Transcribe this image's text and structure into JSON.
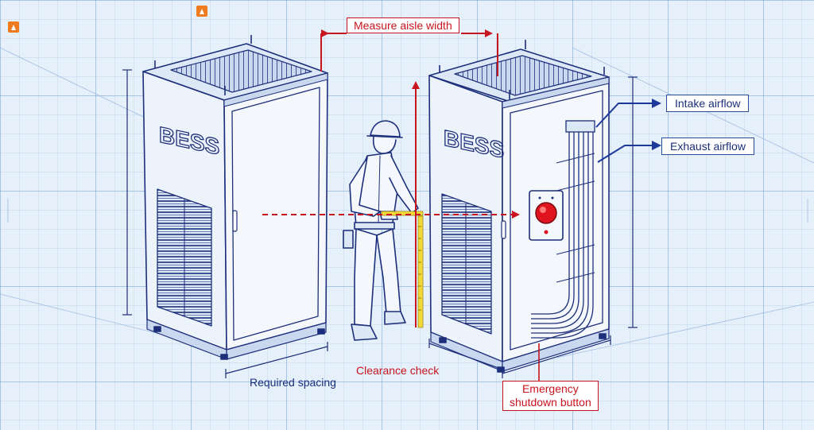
{
  "labels": {
    "measure_aisle_width": "Measure aisle width",
    "intake_airflow": "Intake airflow",
    "exhaust_airflow": "Exhaust airflow",
    "required_spacing": "Required spacing",
    "clearance_check": "Clearance check",
    "emergency_line1": "Emergency",
    "emergency_line2": "shutdown button"
  },
  "cabinet_text": {
    "left": "BESS",
    "right": "BESS"
  },
  "colors": {
    "background": "#e6f0fa",
    "line_blue": "#1d2f7a",
    "annotation_red": "#c8141e",
    "button_red": "#e0141e",
    "tape_yellow": "#f2d93a",
    "badge_orange": "#f07a1e"
  },
  "icons": [
    "worker-figure",
    "measuring-tape",
    "emergency-stop-button",
    "badge-icon"
  ]
}
